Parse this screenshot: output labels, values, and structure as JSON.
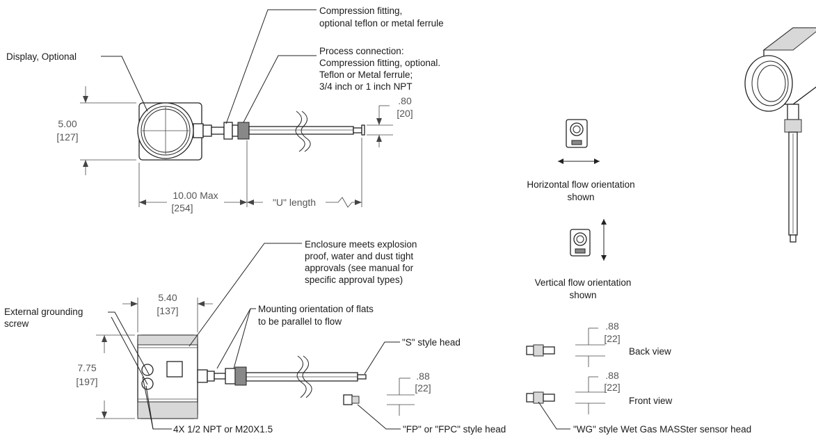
{
  "callouts": {
    "compression_fitting_1": "Compression fitting,",
    "compression_fitting_2": "optional teflon or metal ferrule",
    "display_optional": "Display, Optional",
    "process_connection_1": "Process connection:",
    "process_connection_2": "Compression fitting, optional.",
    "process_connection_3": "Teflon or Metal ferrule;",
    "process_connection_4": "3/4 inch or 1 inch NPT",
    "enclosure_1": "Enclosure meets explosion",
    "enclosure_2": "proof, water and dust tight",
    "enclosure_3": "approvals (see manual for",
    "enclosure_4": "specific approval types)",
    "grounding_1": "External grounding",
    "grounding_2": "screw",
    "flats_1": "Mounting orientation of flats",
    "flats_2": "to be parallel to flow",
    "s_head": "\"S\" style head",
    "fp_head": "\"FP\" or \"FPC\" style head",
    "npt": "4X 1/2 NPT or M20X1.5",
    "wg_head": "\"WG\" style Wet Gas MASSter sensor head",
    "back_view": "Back view",
    "front_view": "Front view",
    "horizontal_1": "Horizontal flow orientation",
    "horizontal_2": "shown",
    "vertical_1": "Vertical flow orientation",
    "vertical_2": "shown"
  },
  "dimensions": {
    "height_top_in": "5.00",
    "height_top_mm": "[127]",
    "probe_dia_top_in": ".80",
    "probe_dia_top_mm": "[20]",
    "length_in": "10.00 Max",
    "length_mm": "[254]",
    "u_length": "\"U\" length",
    "width_in": "5.40",
    "width_mm": "[137]",
    "height_side_in": "7.75",
    "height_side_mm": "[197]",
    "fp_dia_in": ".88",
    "fp_dia_mm": "[22]",
    "back_dia_in": ".88",
    "back_dia_mm": "[22]",
    "front_dia_in": ".88",
    "front_dia_mm": "[22]"
  }
}
